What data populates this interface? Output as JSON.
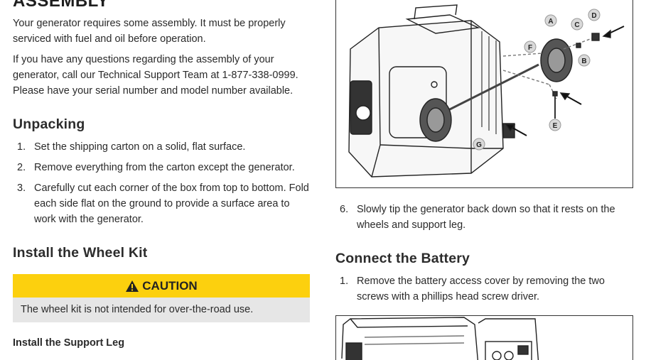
{
  "section_title": "ASSEMBLY",
  "intro": [
    "Your generator requires some assembly. It must be properly serviced with fuel and oil before operation.",
    "If you have any questions regarding the assembly of your generator, call our Technical Support Team at 1-877-338-0999. Please have your serial number and model number available."
  ],
  "unpacking": {
    "heading": "Unpacking",
    "steps": [
      {
        "num": "1.",
        "text": "Set the shipping carton on a solid, flat surface."
      },
      {
        "num": "2.",
        "text": "Remove everything from the carton except the generator."
      },
      {
        "num": "3.",
        "text": "Carefully cut each corner of the box from top to bottom. Fold each side flat on the ground to provide a surface area to work with the generator."
      }
    ]
  },
  "wheel_kit": {
    "heading": "Install the Wheel Kit",
    "caution_label": "CAUTION",
    "caution_text": "The wheel kit is not intended for over-the-road use.",
    "support_leg_heading": "Install the Support Leg"
  },
  "figure_callouts": [
    "A",
    "B",
    "C",
    "D",
    "E",
    "F",
    "G"
  ],
  "step6": {
    "num": "6.",
    "text": "Slowly tip the generator back down so that it rests on the wheels and support leg."
  },
  "battery": {
    "heading": "Connect the Battery",
    "steps": [
      {
        "num": "1.",
        "text": "Remove the battery access cover by removing the two screws with a phillips head screw driver."
      }
    ]
  },
  "colors": {
    "caution_yellow": "#fcd00e",
    "caution_body_gray": "#e6e6e6",
    "callout_gray": "#d9d9d9"
  }
}
